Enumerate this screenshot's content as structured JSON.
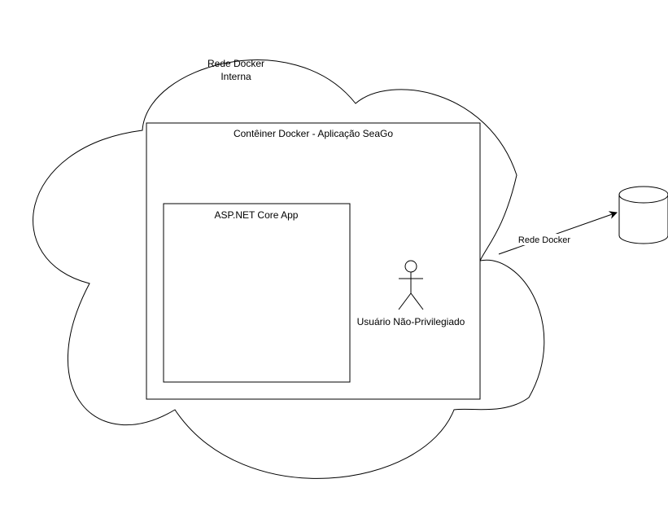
{
  "diagram": {
    "cloud": {
      "label_line1": "Rede Docker",
      "label_line2": "Interna"
    },
    "container": {
      "label": "Contêiner Docker - Aplicação SeaGo"
    },
    "app_box": {
      "label": "ASP.NET Core App"
    },
    "actor": {
      "label": "Usuário Não-Privilegiado",
      "icon": "stick-figure-icon"
    },
    "edge": {
      "label": "Rede Docker"
    },
    "database": {
      "icon": "cylinder-icon"
    },
    "colors": {
      "stroke": "#000000",
      "fill": "#ffffff",
      "background": "#ffffff"
    }
  }
}
